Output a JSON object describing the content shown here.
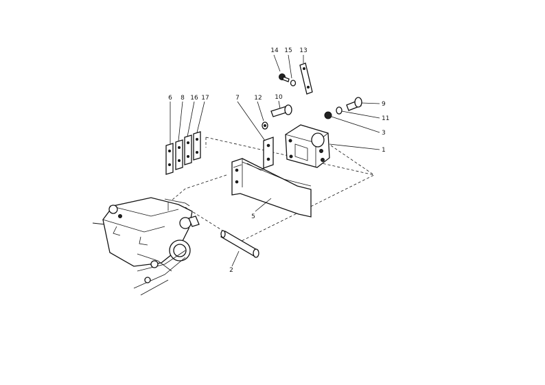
{
  "callouts": [
    {
      "id": "c14",
      "text": "14"
    },
    {
      "id": "c15",
      "text": "15"
    },
    {
      "id": "c13",
      "text": "13"
    },
    {
      "id": "c12",
      "text": "12"
    },
    {
      "id": "c10",
      "text": "10"
    },
    {
      "id": "c7",
      "text": "7"
    },
    {
      "id": "c6",
      "text": "6"
    },
    {
      "id": "c8",
      "text": "8"
    },
    {
      "id": "c16",
      "text": "16"
    },
    {
      "id": "c17",
      "text": "17"
    },
    {
      "id": "c9",
      "text": "9"
    },
    {
      "id": "c11",
      "text": "11"
    },
    {
      "id": "c3",
      "text": "3"
    },
    {
      "id": "c1",
      "text": "1"
    },
    {
      "id": "c5",
      "text": "5"
    },
    {
      "id": "c2",
      "text": "2"
    }
  ]
}
